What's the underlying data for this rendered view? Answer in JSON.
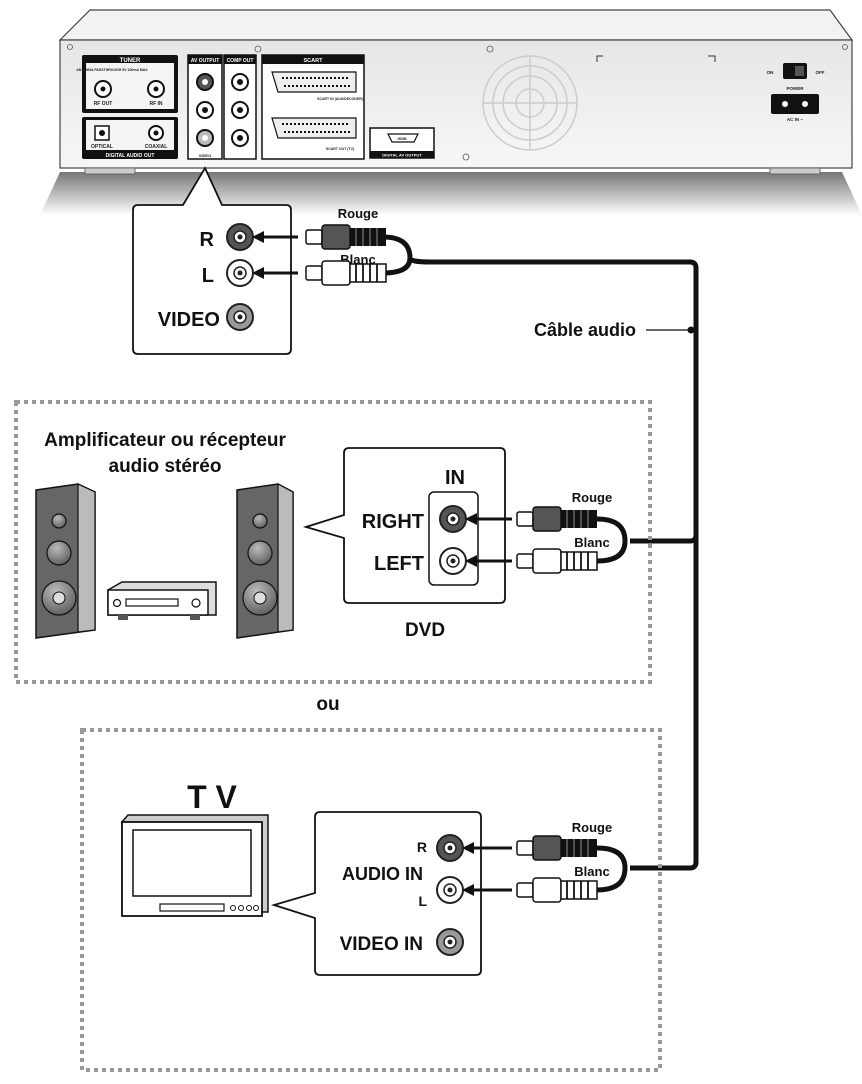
{
  "device_panel": {
    "tuner_label": "TUNER",
    "tuner_sub": "ANTENNA PASSTHROUGH 5V 100mA MAX",
    "rf_out": "RF OUT",
    "rf_in": "RF IN",
    "av_output": "AV OUTPUT",
    "comp_out": "COMP OUT",
    "scart": "SCART",
    "scart_in": "SCART IN (AUX/DECODER)",
    "scart_out": "SCART OUT (TV)",
    "hdmi": "HDMI",
    "digital_av_output": "DIGITAL AV OUTPUT",
    "optical": "OPTICAL",
    "coaxial": "COAXIAL",
    "digital_audio_out": "DIGITAL AUDIO OUT",
    "video": "VIDEO",
    "on": "ON",
    "off": "OFF",
    "power": "POWER",
    "ac_in": "AC IN ~"
  },
  "callout_player": {
    "r": "R",
    "l": "L",
    "video": "VIDEO"
  },
  "cable": {
    "rouge": "Rouge",
    "blanc": "Blanc",
    "label": "Câble audio"
  },
  "amp_section": {
    "title_line1": "Amplificateur ou récepteur",
    "title_line2": "audio stéréo",
    "in": "IN",
    "right": "RIGHT",
    "left": "LEFT",
    "dvd": "DVD",
    "rouge": "Rouge",
    "blanc": "Blanc"
  },
  "ou": "ou",
  "tv_section": {
    "title": "T V",
    "r": "R",
    "audio_in": "AUDIO IN",
    "l": "L",
    "video_in": "VIDEO IN",
    "rouge": "Rouge",
    "blanc": "Blanc"
  },
  "colors": {
    "red_jack": "#555555",
    "white_jack": "#ffffff",
    "cable": "#111111",
    "dotted_border": "#999999"
  }
}
